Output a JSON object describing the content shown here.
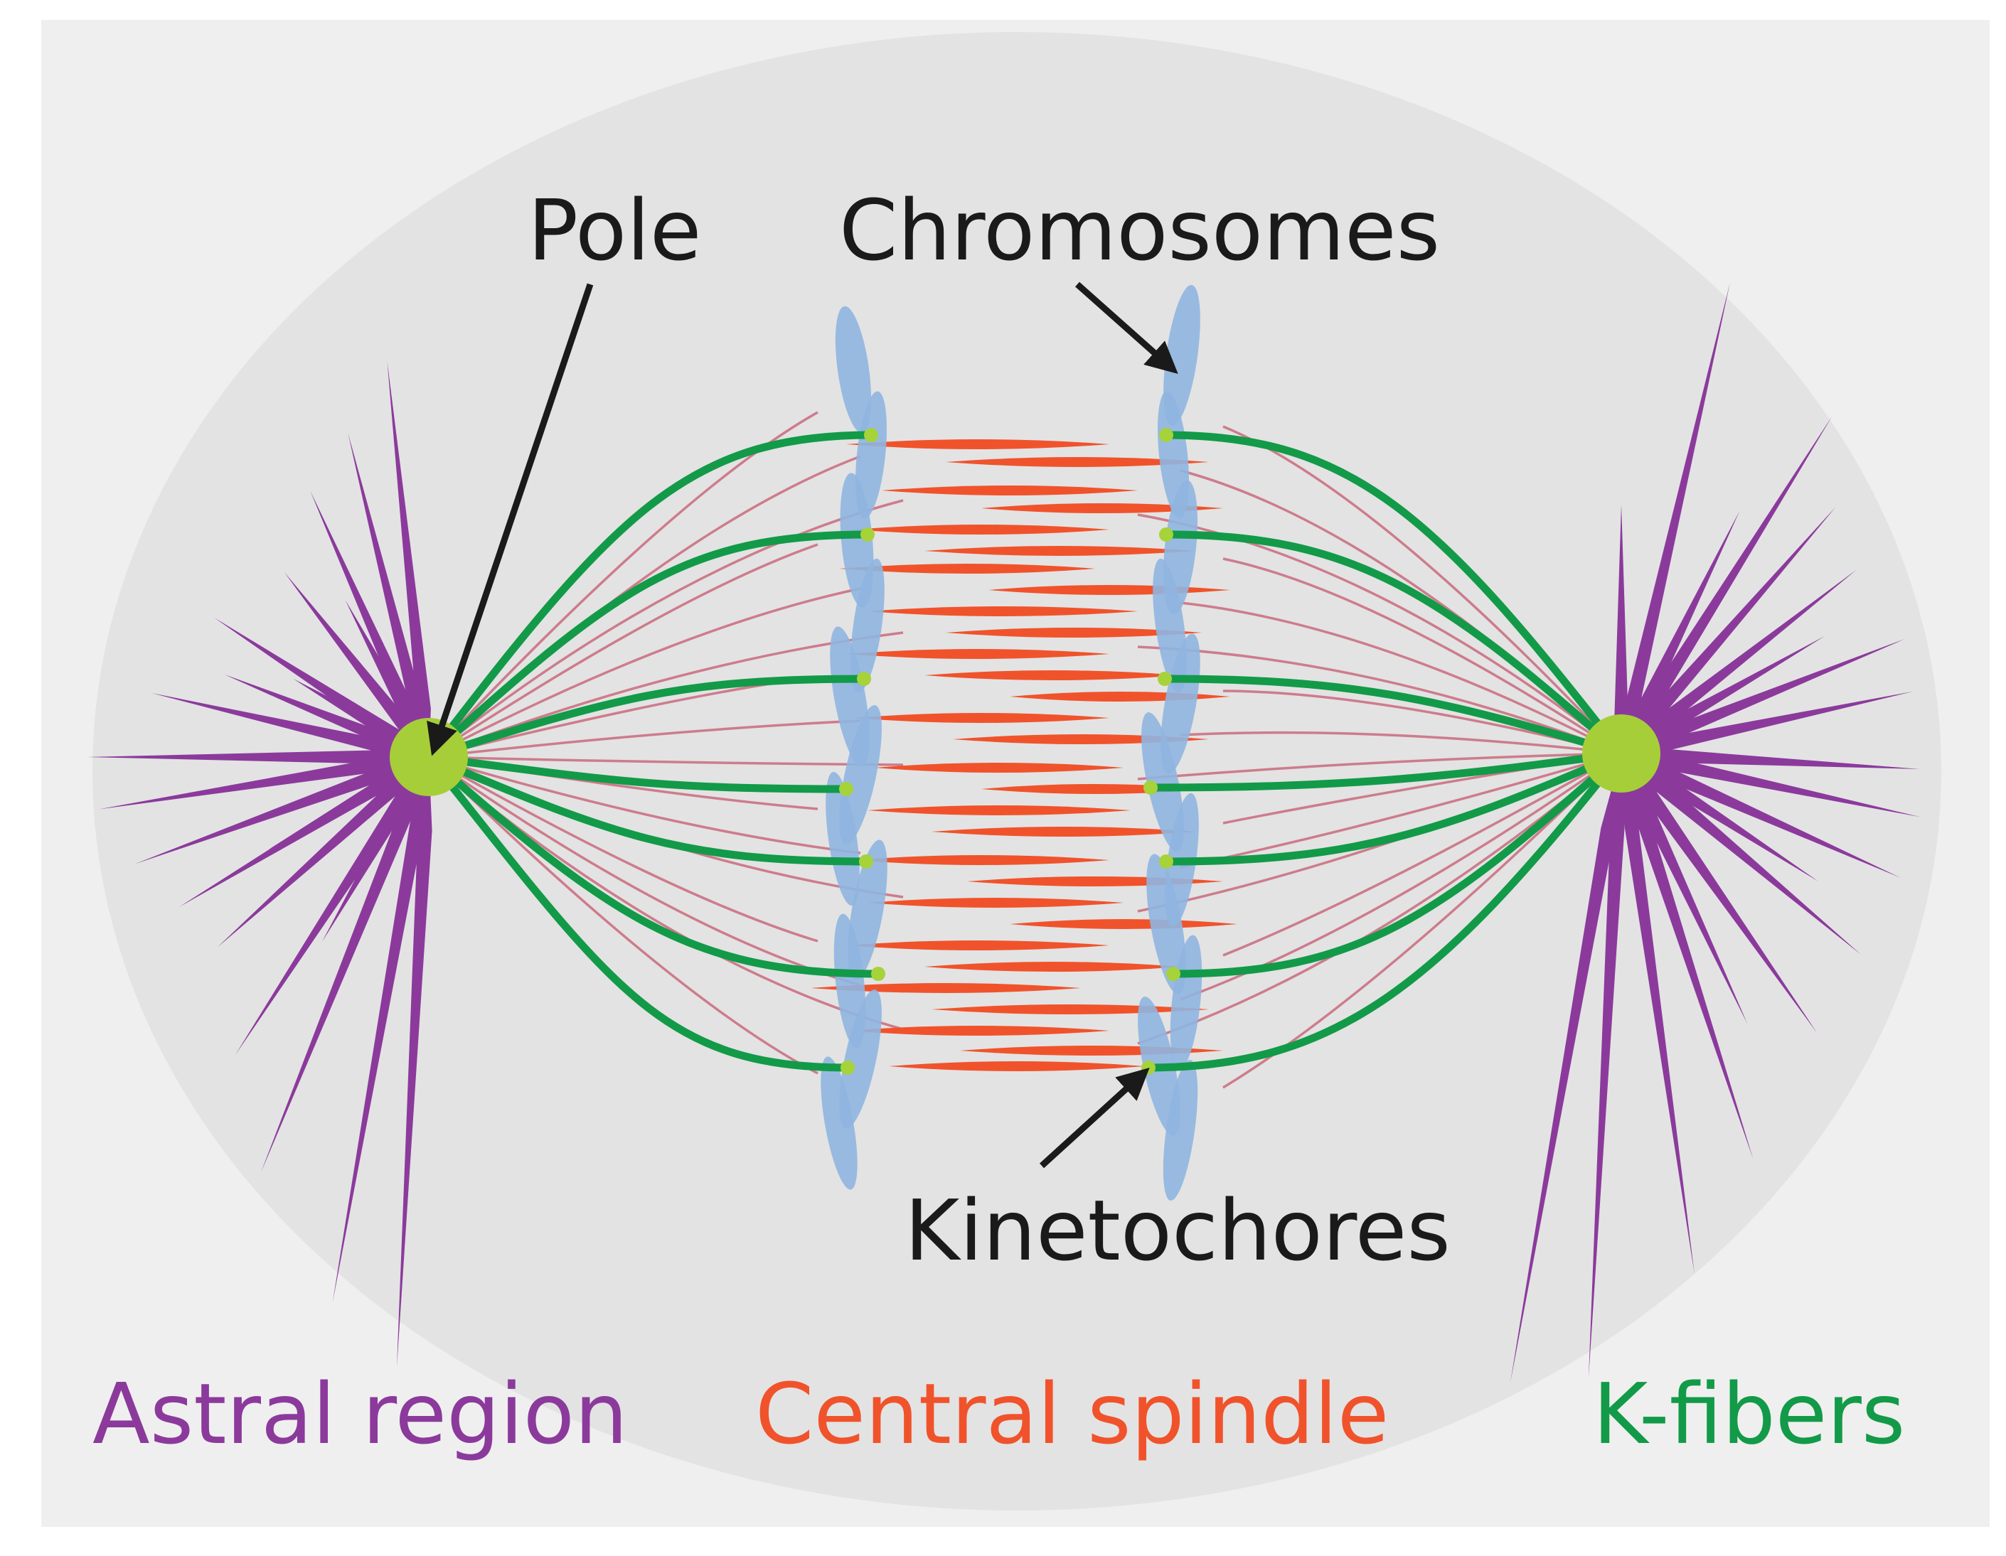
{
  "labels": {
    "pole": "Pole",
    "chromosomes": "Chromosomes",
    "kinetochores": "Kinetochores",
    "astral_region": "Astral region",
    "central_spindle": "Central spindle",
    "k_fibers": "K-fibers"
  },
  "colors": {
    "panel": "#efefef",
    "cell": "#e3e3e3",
    "astral": "#8b3a9c",
    "central": "#f0532b",
    "kfiber": "#129a48",
    "interpolar": "#c96a7c",
    "chromosome": "#8fb5e0",
    "kinetochore": "#a6d23a",
    "pole": "#a6ce39",
    "text": "#1a1a1a"
  }
}
